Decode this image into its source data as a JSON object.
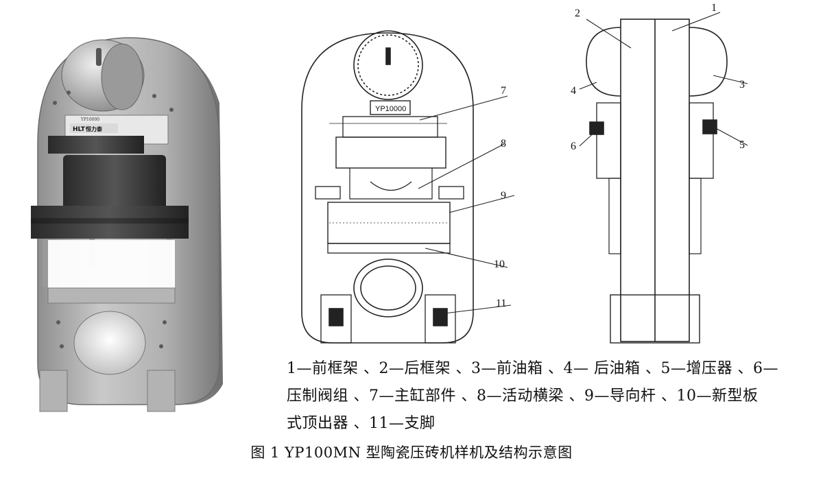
{
  "figure": {
    "render_model": {
      "logo_text": "HLT",
      "logo_sub": "恒力泰",
      "nameplate": "YP10000"
    },
    "front_view": {
      "nameplate": "YP10000"
    },
    "callouts": [
      "1",
      "2",
      "3",
      "4",
      "5",
      "6",
      "7",
      "8",
      "9",
      "10",
      "11"
    ],
    "legend_lines": [
      "1—前框架 、2—后框架 、3—前油箱 、4— 后油箱 、5—增压器 、6—",
      "压制阀组 、7—主缸部件 、8—活动横梁 、9—导向杆 、10—新型板",
      "式顶出器 、11—支脚"
    ],
    "caption": "图 1  YP100MN 型陶瓷压砖机样机及结构示意图"
  }
}
